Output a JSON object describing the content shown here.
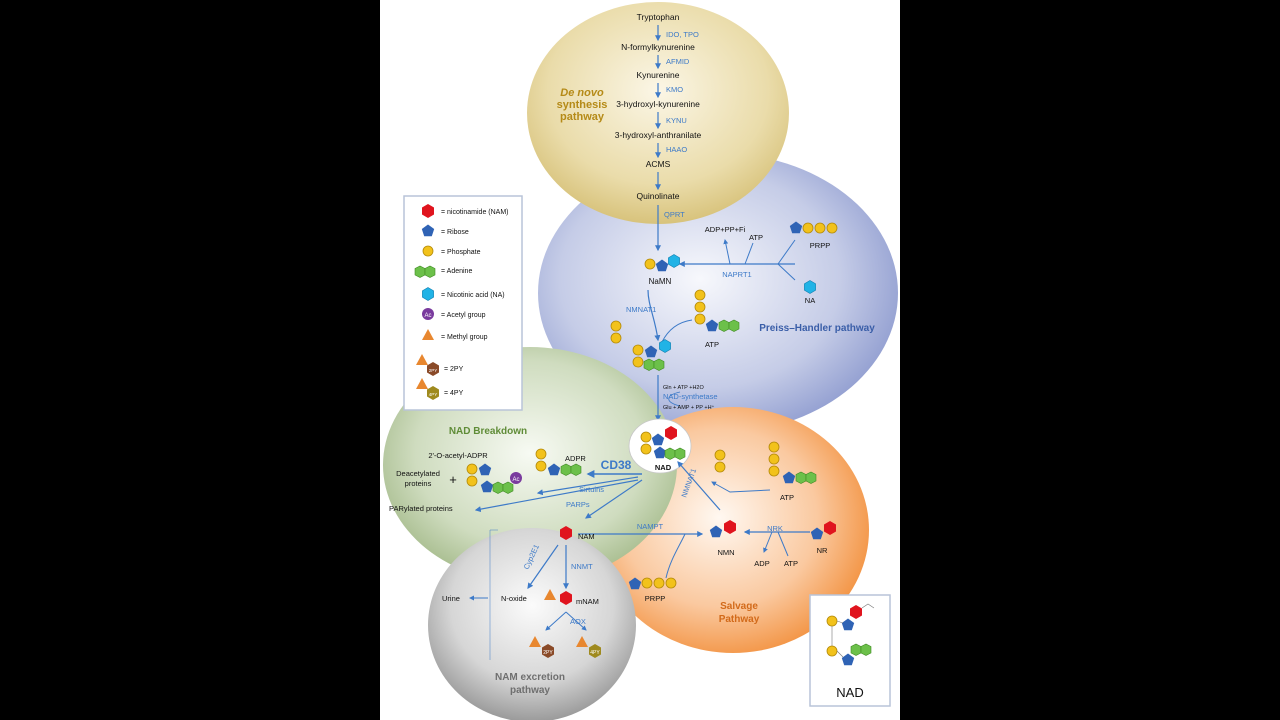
{
  "colors": {
    "nam_red": "#e0141e",
    "ribose_blue": "#2f63b5",
    "phosphate_yellow": "#f2c21b",
    "adenine_green": "#6cc04a",
    "na_cyan": "#21b3e6",
    "acetyl_purple": "#7a3b9e",
    "methyl_orange": "#e8872f",
    "arrow_blue": "#3d7ac8",
    "denovo_title": "#b58a17",
    "preiss_title": "#3a5ea8",
    "breakdown_title": "#5f8c37",
    "salvage_title": "#d26a1a",
    "excretion_title": "#6f6f6f"
  },
  "legend": {
    "items": [
      {
        "icon": "hexagon-red-icon",
        "label": "= nicotinamide (NAM)"
      },
      {
        "icon": "pentagon-blue-icon",
        "label": "= Ribose"
      },
      {
        "icon": "circle-yellow-icon",
        "label": "= Phosphate"
      },
      {
        "icon": "double-hexagon-green-icon",
        "label": "= Adenine"
      },
      {
        "icon": "hexagon-cyan-icon",
        "label": "= Nicotinic acid (NA)"
      },
      {
        "icon": "acetyl-circle-icon",
        "label": "= Acetyl group",
        "symbol": "Ac"
      },
      {
        "icon": "triangle-orange-icon",
        "label": "= Methyl group"
      },
      {
        "icon": "2py-icon",
        "label": "= 2PY",
        "symbol": "2PY"
      },
      {
        "icon": "4py-icon",
        "label": "= 4PY",
        "symbol": "4PY"
      }
    ]
  },
  "pathways": {
    "denovo": {
      "title_line1": "De novo",
      "title_line2": "synthesis",
      "title_line3": "pathway"
    },
    "preiss": {
      "title": "Preiss–Handler pathway"
    },
    "breakdown": {
      "title": "NAD Breakdown"
    },
    "salvage": {
      "title_line1": "Salvage",
      "title_line2": "Pathway"
    },
    "excretion": {
      "title_line1": "NAM excretion",
      "title_line2": "pathway"
    }
  },
  "denovo_steps": {
    "metabolites": [
      "Tryptophan",
      "N-formylkynurenine",
      "Kynurenine",
      "3-hydroxyl-kynurenine",
      "3-hydroxyl-anthranilate",
      "ACMS",
      "Quinolinate"
    ],
    "enzymes": [
      "IDO, TPO",
      "AFMID",
      "KMO",
      "KYNU",
      "HAAO"
    ]
  },
  "preiss_labels": {
    "qprt": "QPRT",
    "adp_pp": "ADP+PP+Fi",
    "atp": "ATP",
    "prpp": "PRPP",
    "naprt1": "NAPRT1",
    "na": "NA",
    "namn": "NaMN",
    "nmnat1": "NMNAT1",
    "atp2": "ATP",
    "gln": "Gln + ATP +H2O",
    "nad_synthetase": "NAD-synthetase",
    "glu": "Glu + AMP + PP +H⁺"
  },
  "center": {
    "nad": "NAD"
  },
  "breakdown_labels": {
    "acetyl_adpr": "2'-O-acetyl-ADPR",
    "deacetylated_line1": "Deacetylated",
    "deacetylated_line2": "proteins",
    "plus": "+",
    "adpr": "ADPR",
    "cd38": "CD38",
    "sirtuins": "Sirtuins",
    "parps": "PARPs",
    "parylated": "PARylated proteins"
  },
  "salvage_labels": {
    "nmnat1": "NMNAT1",
    "atp": "ATP",
    "nampt": "NAMPT",
    "nmn": "NMN",
    "nrk": "NRK",
    "nr": "NR",
    "adp": "ADP",
    "atp2": "ATP",
    "prpp": "PRPP"
  },
  "excretion_labels": {
    "nam": "NAM",
    "cyp2e1": "Cyp2E1",
    "nnmt": "NNMT",
    "urine": "Urine",
    "noxide": "N-oxide",
    "mnam": "mNAM",
    "aox": "AOX",
    "py2": "2PY",
    "py4": "4PY"
  },
  "inset": {
    "label": "NAD"
  }
}
